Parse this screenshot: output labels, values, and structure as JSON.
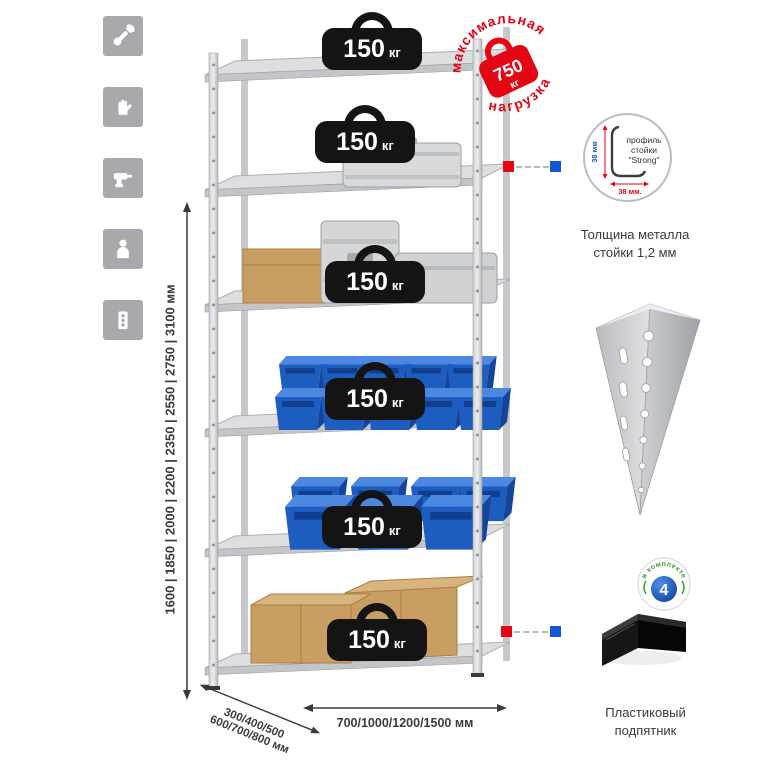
{
  "feature_icons": [
    {
      "name": "wrench"
    },
    {
      "name": "glove"
    },
    {
      "name": "drill"
    },
    {
      "name": "person"
    },
    {
      "name": "power-strip"
    }
  ],
  "dimensions": {
    "height": "1600 | 1850 | 2000 | 2200 | 2350 | 2550 | 2750 | 3100 мм",
    "depth_line1": "300/400/500",
    "depth_line2": "600/700/800 мм",
    "width": "700/1000/1200/1500 мм"
  },
  "shelf_loads": [
    {
      "value": "150",
      "unit": "кг"
    },
    {
      "value": "150",
      "unit": "кг"
    },
    {
      "value": "150",
      "unit": "кг"
    },
    {
      "value": "150",
      "unit": "кг"
    },
    {
      "value": "150",
      "unit": "кг"
    },
    {
      "value": "150",
      "unit": "кг"
    }
  ],
  "max_load_stamp": {
    "arc_top": "максимальная",
    "arc_bottom": "нагрузка",
    "value": "750",
    "unit": "кг"
  },
  "profile_callout": {
    "label_line1": "профиль",
    "label_line2": "стойки",
    "label_line3": "\"Strong\"",
    "dim_side": "38 мм",
    "dim_bottom": "38 мм.",
    "caption_line1": "Толщина металла",
    "caption_line2": "стойки 1,2 мм"
  },
  "foot_callout": {
    "badge_value": "4",
    "badge_arc": "в комплекте",
    "caption_line1": "Пластиковый",
    "caption_line2": "подпятник"
  },
  "colors": {
    "accent_red": "#e30613",
    "accent_blue": "#1257d5",
    "tile_gray": "#a7a9ac",
    "bin_blue": "#1d5dc0",
    "cardboard": "#c89e63"
  }
}
